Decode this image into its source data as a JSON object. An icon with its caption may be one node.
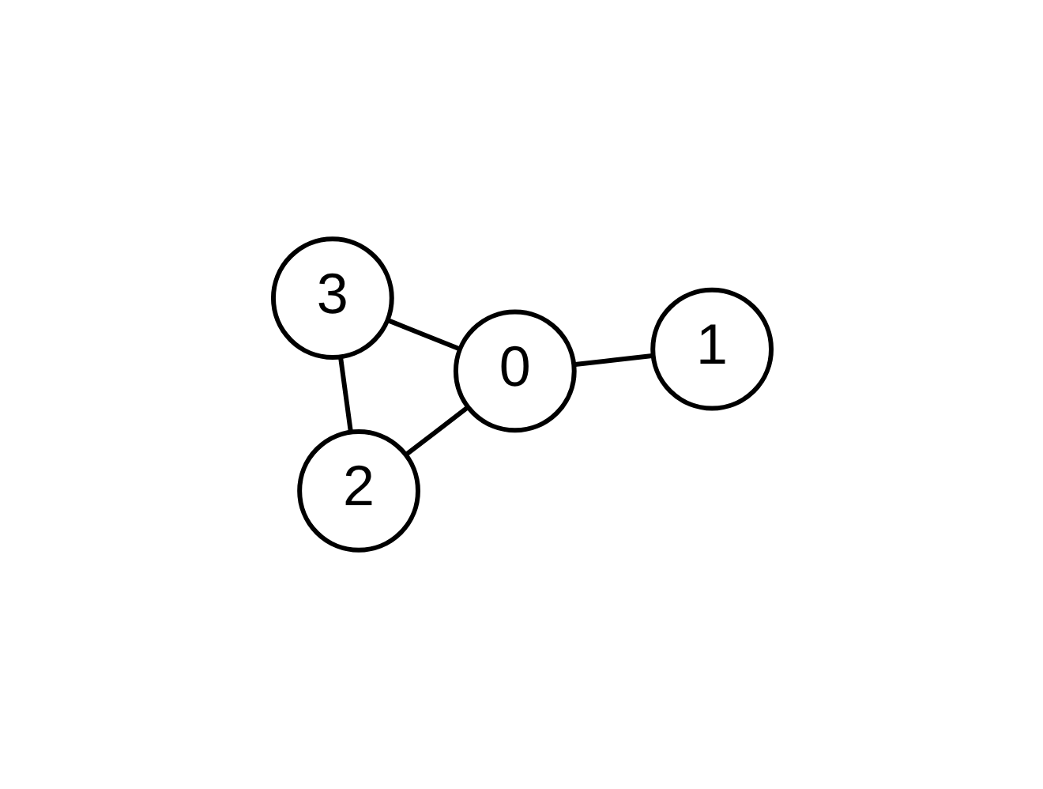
{
  "diagram": {
    "nodes": [
      {
        "text": [
          "0"
        ]
      },
      {
        "text": [
          "1"
        ]
      },
      {
        "text": [
          "2"
        ]
      },
      {
        "text": [
          "3"
        ]
      }
    ],
    "edges": [
      {
        "from": 0,
        "to": 1,
        "arrow": "none"
      },
      {
        "from": 0,
        "to": 2,
        "arrow": "none"
      },
      {
        "from": 0,
        "to": 3,
        "arrow": "none"
      },
      {
        "from": 3,
        "to": 2,
        "arrow": "none"
      }
    ]
  }
}
